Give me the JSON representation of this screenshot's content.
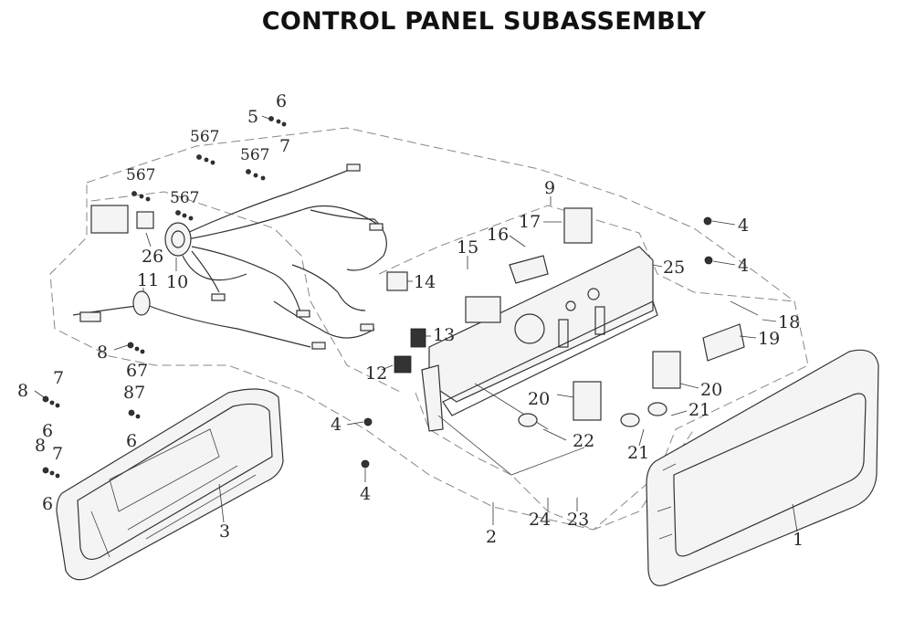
{
  "title": "CONTROL PANEL SUBASSEMBLY",
  "callouts": {
    "c1": "1",
    "c2": "2",
    "c3": "3",
    "c4a": "4",
    "c4b": "4",
    "c4c": "4",
    "c4d": "4",
    "c5a": "5",
    "c567a": "567",
    "c567b": "567",
    "c567c": "567",
    "c567d": "567",
    "c6a": "6",
    "c7a": "7",
    "c8a": "8",
    "c67a": "67",
    "c8b": "8",
    "c7b": "7",
    "c6b": "6",
    "c87": "87",
    "c6c": "6",
    "c8c": "8",
    "c7c": "7",
    "c6d": "6",
    "c9": "9",
    "c10": "10",
    "c11": "11",
    "c12": "12",
    "c13": "13",
    "c14": "14",
    "c15": "15",
    "c16": "16",
    "c17": "17",
    "c18": "18",
    "c19": "19",
    "c20a": "20",
    "c20b": "20",
    "c21a": "21",
    "c21b": "21",
    "c22": "22",
    "c23": "23",
    "c24": "24",
    "c25": "25",
    "c26": "26"
  }
}
